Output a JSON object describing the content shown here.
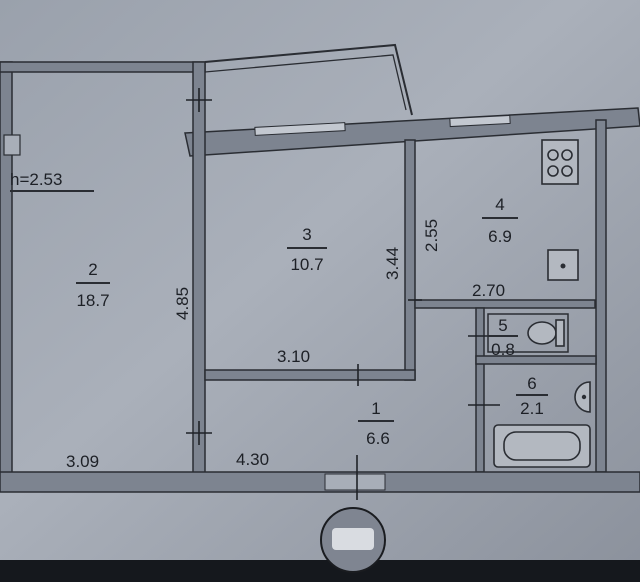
{
  "ceiling": {
    "label": "h=2.53"
  },
  "rooms": [
    {
      "number": "1",
      "area": "6.6"
    },
    {
      "number": "2",
      "area": "18.7"
    },
    {
      "number": "3",
      "area": "10.7"
    },
    {
      "number": "4",
      "area": "6.9"
    },
    {
      "number": "5",
      "area": "0.8"
    },
    {
      "number": "6",
      "area": "2.1"
    }
  ],
  "dimensions": {
    "room2_width": "3.09",
    "room2_height": "4.85",
    "room3_width": "3.10",
    "room3_height": "3.44",
    "room4_height": "2.55",
    "room4_width": "2.70",
    "hall_width": "4.30"
  },
  "colors": {
    "paper": "#a8aeb8",
    "paper_shadow": "#7f8591",
    "ink": "#1d2026",
    "background": "#15181d"
  },
  "icons": [
    "stove-icon",
    "sink-icon",
    "toilet-icon",
    "bathtub-icon",
    "washbasin-icon",
    "entrance-door-icon"
  ]
}
